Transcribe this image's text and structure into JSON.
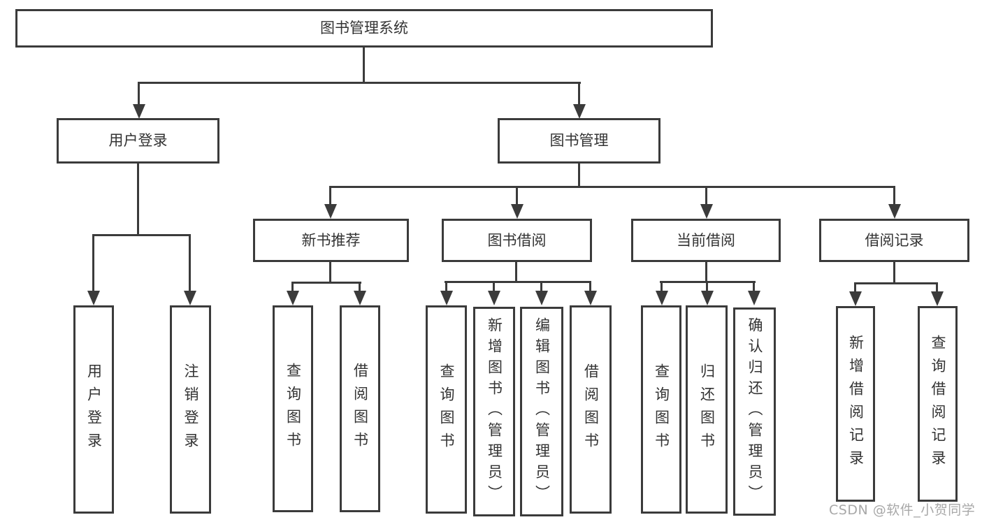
{
  "tree": {
    "label": "图书管理系统",
    "children": [
      {
        "label": "用户登录",
        "children": [
          {
            "label": "用户登录"
          },
          {
            "label": "注销登录"
          }
        ]
      },
      {
        "label": "图书管理",
        "children": [
          {
            "label": "新书推荐",
            "children": [
              {
                "label": "查询图书"
              },
              {
                "label": "借阅图书"
              }
            ]
          },
          {
            "label": "图书借阅",
            "children": [
              {
                "label": "查询图书"
              },
              {
                "label": "新增图书（管理员）"
              },
              {
                "label": "编辑图书（管理员）"
              },
              {
                "label": "借阅图书"
              }
            ]
          },
          {
            "label": "当前借阅",
            "children": [
              {
                "label": "查询图书"
              },
              {
                "label": "归还图书"
              },
              {
                "label": "确认归还（管理员）"
              }
            ]
          },
          {
            "label": "借阅记录",
            "children": [
              {
                "label": "新增借阅记录"
              },
              {
                "label": "查询借阅记录"
              }
            ]
          }
        ]
      }
    ]
  },
  "watermark": {
    "text": "CSDN @软件_小贺同学"
  },
  "colors": {
    "line": "#3b3b3b",
    "text": "#333333",
    "watermark": "#a8a8a8",
    "background": "#ffffff"
  }
}
